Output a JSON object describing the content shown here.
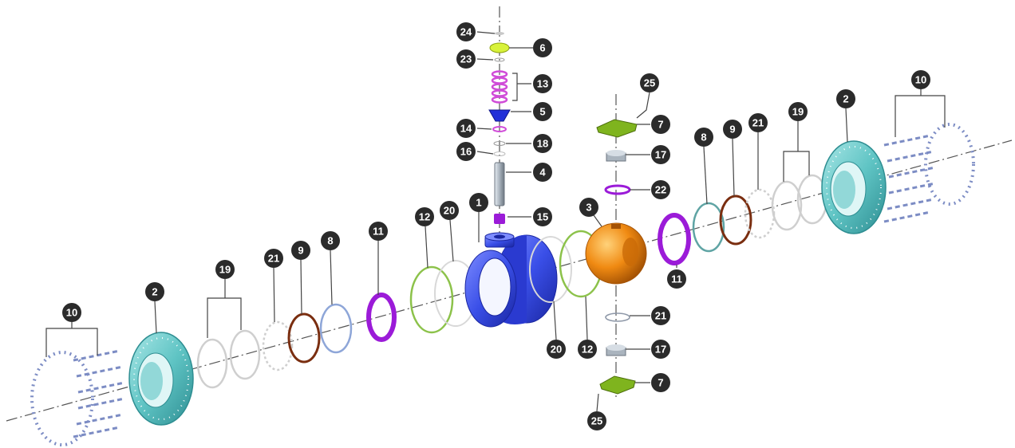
{
  "diagram": {
    "type": "exploded-assembly",
    "colors": {
      "body": "#3a4fe8",
      "ball": "#f08a12",
      "flange": "#5fc4c4",
      "seal": "#9b1bd8",
      "green_ring": "#8cc24a",
      "brown_ring": "#7a2e10",
      "gasket": "#c8c8c8",
      "bracket": "#7fb41e",
      "stem": "#aab4be",
      "bolt": "#7c8cc4",
      "pink": "#d04cd8",
      "badge": "#2b2b2b"
    },
    "labels": [
      {
        "id": "24",
        "text": "24"
      },
      {
        "id": "6",
        "text": "6"
      },
      {
        "id": "23",
        "text": "23"
      },
      {
        "id": "13",
        "text": "13"
      },
      {
        "id": "5",
        "text": "5"
      },
      {
        "id": "14",
        "text": "14"
      },
      {
        "id": "18",
        "text": "18"
      },
      {
        "id": "16",
        "text": "16"
      },
      {
        "id": "4",
        "text": "4"
      },
      {
        "id": "15",
        "text": "15"
      },
      {
        "id": "1",
        "text": "1"
      },
      {
        "id": "20a",
        "text": "20"
      },
      {
        "id": "12a",
        "text": "12"
      },
      {
        "id": "11a",
        "text": "11"
      },
      {
        "id": "8a",
        "text": "8"
      },
      {
        "id": "9a",
        "text": "9"
      },
      {
        "id": "21a",
        "text": "21"
      },
      {
        "id": "19a",
        "text": "19"
      },
      {
        "id": "2a",
        "text": "2"
      },
      {
        "id": "10a",
        "text": "10"
      },
      {
        "id": "20b",
        "text": "20"
      },
      {
        "id": "12b",
        "text": "12"
      },
      {
        "id": "25a",
        "text": "25"
      },
      {
        "id": "7a",
        "text": "7"
      },
      {
        "id": "17a",
        "text": "17"
      },
      {
        "id": "22",
        "text": "22"
      },
      {
        "id": "3",
        "text": "3"
      },
      {
        "id": "11b",
        "text": "11"
      },
      {
        "id": "21b",
        "text": "21"
      },
      {
        "id": "17b",
        "text": "17"
      },
      {
        "id": "7b",
        "text": "7"
      },
      {
        "id": "25b",
        "text": "25"
      },
      {
        "id": "8b",
        "text": "8"
      },
      {
        "id": "9b",
        "text": "9"
      },
      {
        "id": "21c",
        "text": "21"
      },
      {
        "id": "19b",
        "text": "19"
      },
      {
        "id": "2b",
        "text": "2"
      },
      {
        "id": "10b",
        "text": "10"
      }
    ]
  }
}
